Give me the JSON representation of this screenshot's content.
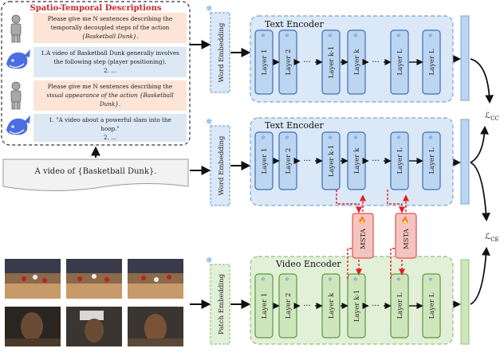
{
  "descriptions": {
    "title": "Spatio-Temporal Descriptions",
    "prompt1": [
      "Please give me N sentences describing the",
      "temporally decoupled steps of the action",
      "{Basketball Dunk}."
    ],
    "answer1": [
      "1.A video of Basketball Dunk generally involves",
      "the following step (player positioning).",
      "2. ..."
    ],
    "prompt2": [
      "Please give me N sentences describing the",
      "visual appearance of the action {Basketball",
      "Dunk}."
    ],
    "answer2": [
      "1. \"A video about a powerful slam into the",
      "hoop.\"",
      "2. ..."
    ]
  },
  "input_text": "A video of {Basketball Dunk}.",
  "word_embedding": "Word Embedding",
  "patch_embedding": "Patch Embedding",
  "text_encoder_title": "Text Encoder",
  "video_encoder_title": "Video Encoder",
  "text_layers_top": [
    "Layer 1",
    "Layer 2",
    "Layer k-1",
    "Layer k",
    "Layer L",
    "Layer L"
  ],
  "text_layers_mid": [
    "Layer 1",
    "Layer 2",
    "Layer k-1",
    "Layer k",
    "Layer L",
    "Layer L"
  ],
  "video_layers": [
    "Layer 1",
    "Layer 2",
    "Layer k",
    "Layer k-1",
    "Layer L",
    "Layer L"
  ],
  "ellipsis": "···",
  "msta_label": "MSTA",
  "loss_cc": "ℒ",
  "loss_cc_sub": "CC",
  "loss_ce": "ℒ",
  "loss_ce_sub": "CE",
  "colors": {
    "text_encoder_bg": "#dbe8f7",
    "text_encoder_border": "#7ba3d6",
    "layer_fill": "#bcd6f2",
    "layer_border": "#3f6fb0",
    "video_encoder_bg": "#e3f0d8",
    "video_encoder_border": "#93c27a",
    "video_layer_fill": "#cfe6bd",
    "video_layer_border": "#5a9a44",
    "msta_fill": "#f6c4c0",
    "msta_border": "#d9534f",
    "prompt_bg": "#fce4d6",
    "answer_bg": "#dde8f5",
    "red_arrow": "#e02020"
  }
}
